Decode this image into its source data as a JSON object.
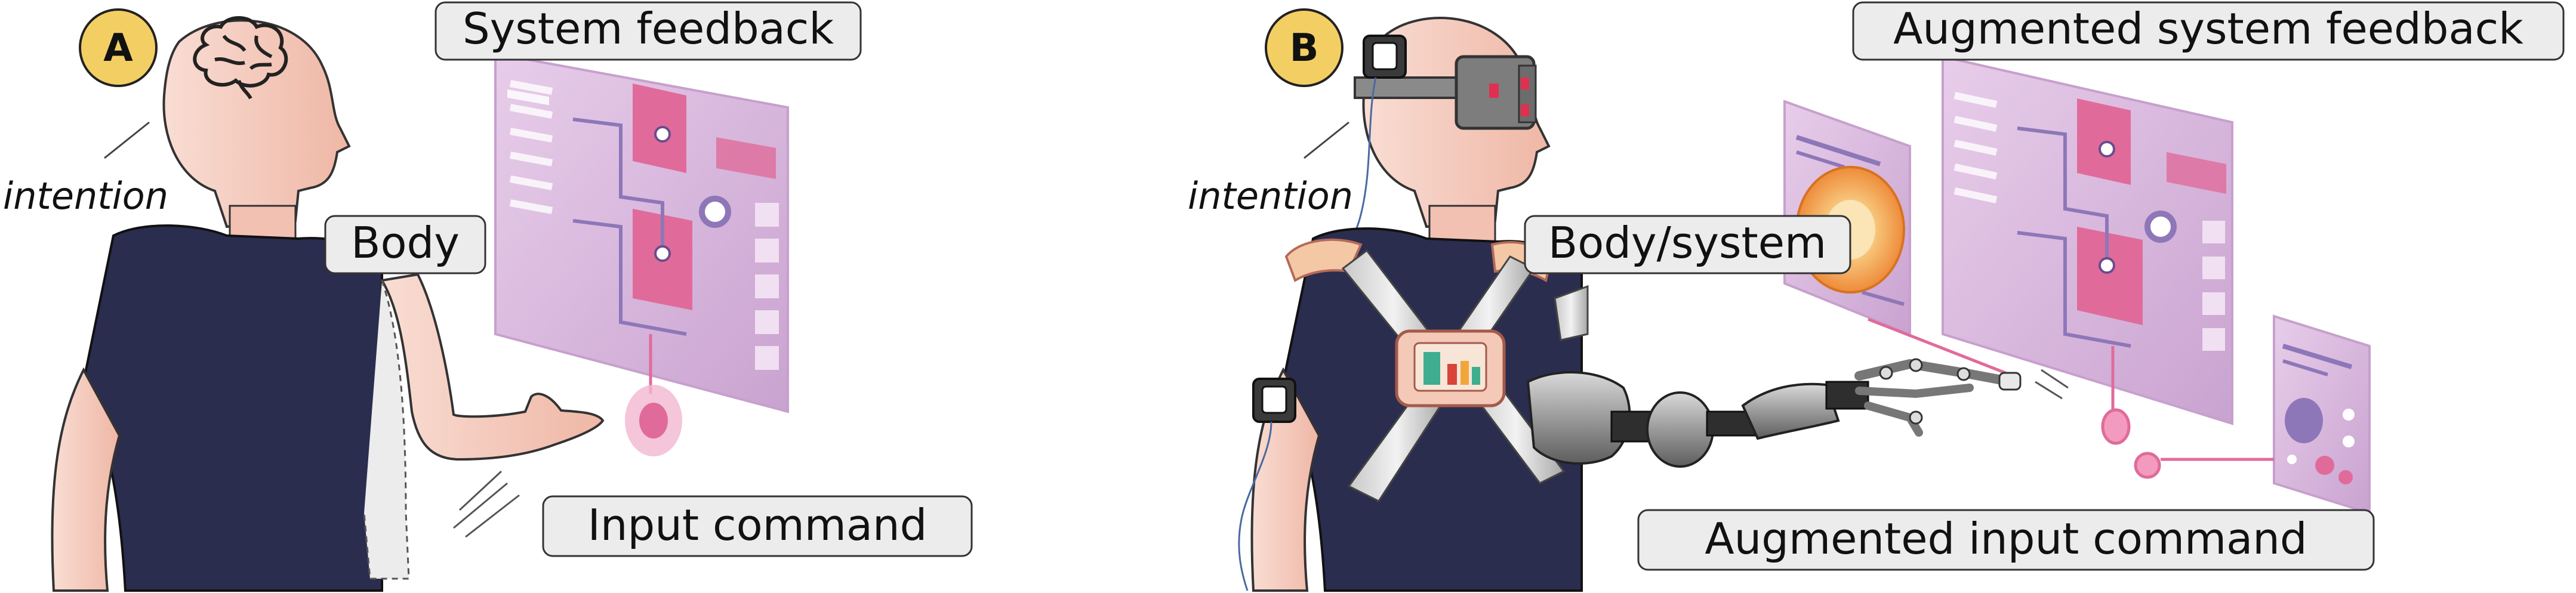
{
  "panel_a": {
    "badge": "A",
    "intention": "intention",
    "labels": {
      "system_feedback": "System feedback",
      "body": "Body",
      "input_command": "Input command"
    }
  },
  "panel_b": {
    "badge": "B",
    "intention": "intention",
    "labels": {
      "system_feedback": "Augmented system feedback",
      "body": "Body/system",
      "input_command": "Augmented input command"
    }
  },
  "colors": {
    "shirt": "#2b2d4f",
    "skin": "#f6cfc2",
    "screen": "#d9b8dd",
    "accent_pink": "#e06b9a",
    "badge": "#f3cf63",
    "robot_gray": "#8c8c8c"
  }
}
